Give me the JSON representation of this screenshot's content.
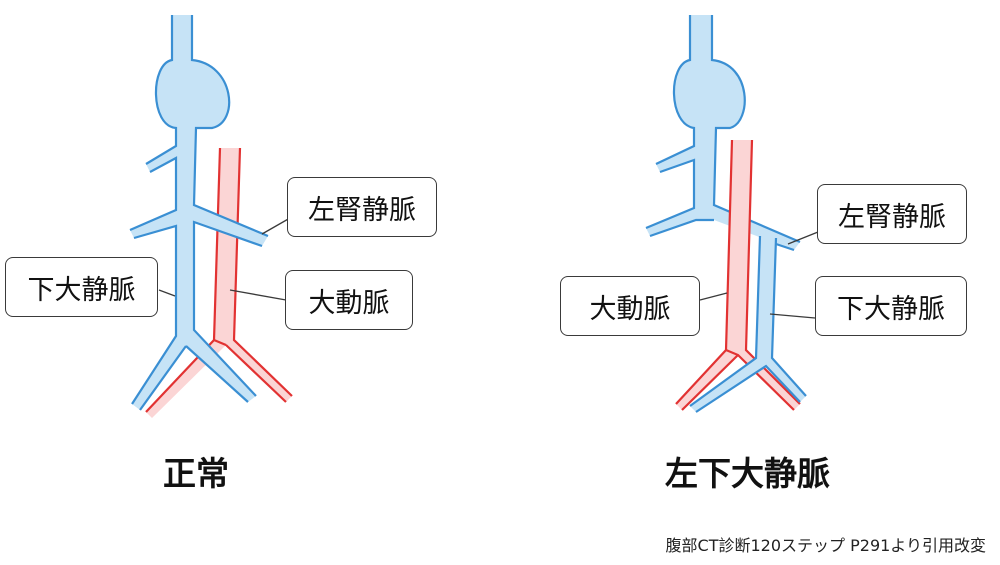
{
  "colors": {
    "vein_fill": "#c6e3f6",
    "vein_stroke": "#3a8fd3",
    "artery_fill": "#fbd5d5",
    "artery_stroke": "#e23232",
    "leader": "#3a3a3a"
  },
  "normal": {
    "caption": "正常",
    "labels": {
      "left_renal_vein": "左腎静脈",
      "ivc": "下大静脈",
      "aorta": "大動脈"
    }
  },
  "left_ivc": {
    "caption": "左下大静脈",
    "labels": {
      "left_renal_vein": "左腎静脈",
      "aorta": "大動脈",
      "ivc": "下大静脈"
    }
  },
  "credit": "腹部CT診断120ステップ P291より引用改変"
}
